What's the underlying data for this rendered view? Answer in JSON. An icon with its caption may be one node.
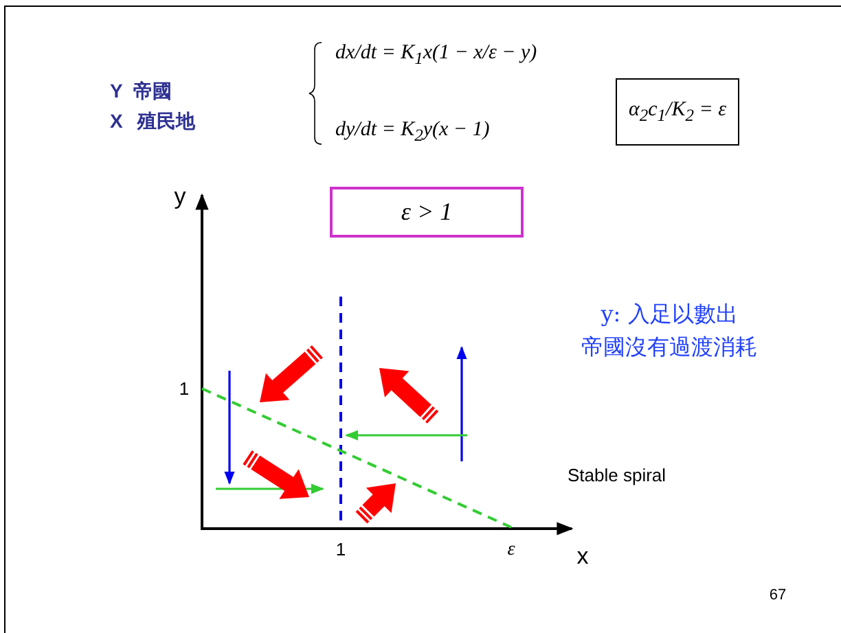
{
  "diagram": {
    "nodes": [
      {
        "text": [
          "α$_{2}$c$_{1}$/K$_{2}$ = ε"
        ]
      },
      {
        "text": [
          "ε > 1"
        ]
      }
    ],
    "labels": [
      "Y",
      "帝國",
      "X",
      "殖民地",
      "dx/dt = K$_{1}$x(1 − x/ε − y)",
      "dy/dt = K$_{2}$y(x − 1)",
      "y",
      "1",
      "y: 入足以數出",
      "帝國沒有過渡消耗",
      "Stable spiral",
      "1",
      "ε",
      "x",
      "67"
    ]
  }
}
